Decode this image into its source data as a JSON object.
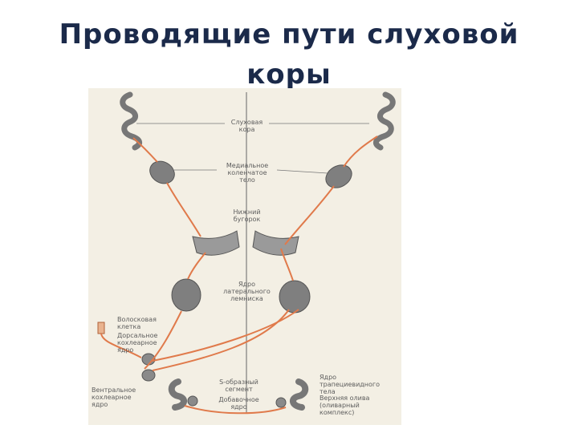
{
  "title": {
    "line1": "Проводящие пути слуховой",
    "line2": "коры"
  },
  "diagram": {
    "labels": {
      "cortex": [
        "Слуховая",
        "кора"
      ],
      "mgb": [
        "Медиальное",
        "коленчатое",
        "тело"
      ],
      "ic": [
        "Нижний",
        "бугорок"
      ],
      "ll": [
        "Ядро",
        "латерального",
        "лемниска"
      ],
      "hair": [
        "Волосковая",
        "клетка"
      ],
      "dcn": [
        "Дорсальное",
        "кохлеарное",
        "ядро"
      ],
      "vcn": [
        "Вентральное",
        "кохлеарное",
        "ядро"
      ],
      "so": [
        "S-образный",
        "сегмент"
      ],
      "acc": [
        "Добавочное",
        "ядро"
      ],
      "trapezoid": [
        "Ядро",
        "трапециевидного",
        "тела"
      ],
      "olive": [
        "Верхняя олива",
        "(оливарный",
        "комплекс)"
      ]
    },
    "colors": {
      "pathway": "#e07a4b",
      "nucleus": "#7f7f7f",
      "outline": "#555555",
      "background": "#f3efe4",
      "title": "#1b2a4a"
    }
  }
}
